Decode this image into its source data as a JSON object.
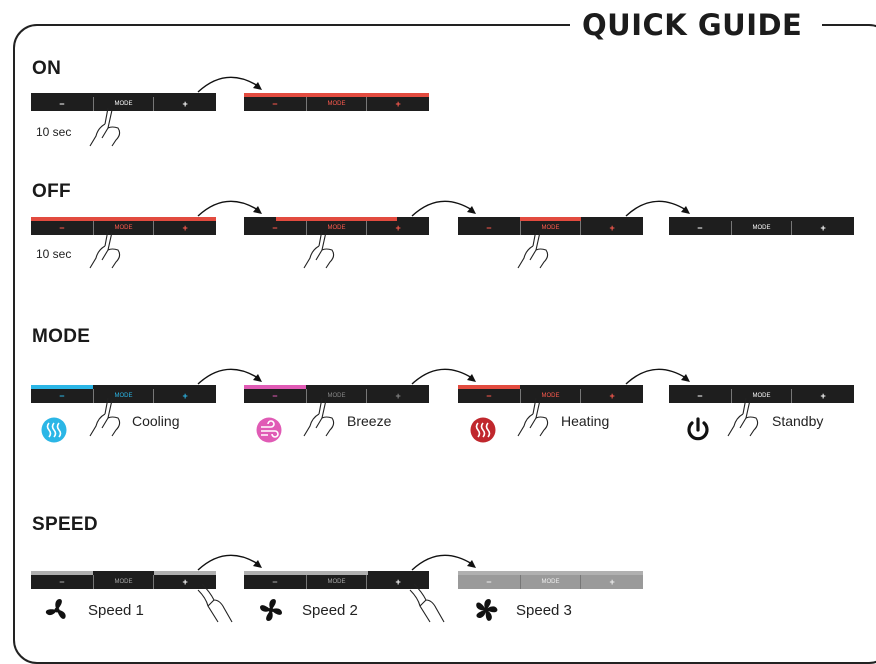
{
  "title": "QUICK GUIDE",
  "sections": {
    "on": "ON",
    "off": "OFF",
    "mode": "MODE",
    "speed": "SPEED"
  },
  "panel": {
    "minus": "−",
    "mode": "MODE",
    "plus": "+"
  },
  "notes": {
    "hold": "10 sec"
  },
  "modes": {
    "cooling": "Cooling",
    "breeze": "Breeze",
    "heating": "Heating",
    "standby": "Standby"
  },
  "speeds": {
    "s1": "Speed 1",
    "s2": "Speed 2",
    "s3": "Speed 3"
  },
  "colors": {
    "red": "#e24b3f",
    "blue": "#2bb6e6",
    "pink": "#e05bb5",
    "grey": "#b0b0b0",
    "dark": "#1e1e1e",
    "heating_icon": "#c0272d"
  },
  "icons": [
    "cooling-icon",
    "breeze-icon",
    "heating-icon",
    "power-icon",
    "fan-icon",
    "hand-icon",
    "arrow-icon"
  ]
}
